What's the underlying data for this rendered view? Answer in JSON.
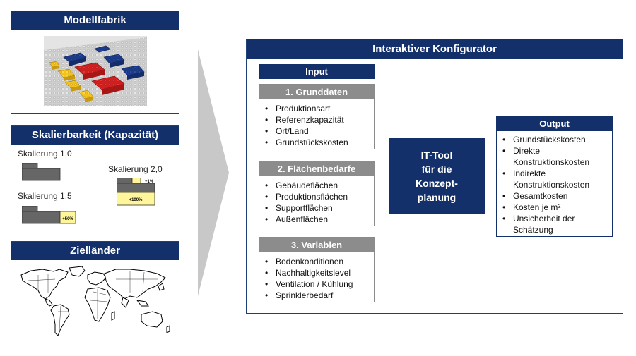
{
  "modellfabrik": {
    "title": "Modellfabrik"
  },
  "skalierbarkeit": {
    "title": "Skalierbarkeit (Kapazität)",
    "items": [
      {
        "label": "Skalierung 1,0"
      },
      {
        "label": "Skalierung 1,5",
        "badge": "+50%"
      },
      {
        "label": "Skalierung 2,0",
        "badge_top": "+1%",
        "badge": "+100%"
      }
    ]
  },
  "ziellaender": {
    "title": "Zielländer"
  },
  "konfigurator": {
    "title": "Interaktiver Konfigurator",
    "input_title": "Input",
    "output_title": "Output",
    "sections": [
      {
        "title": "1. Grunddaten",
        "items": [
          "Produktionsart",
          "Referenzkapazität",
          "Ort/Land",
          "Grundstückskosten"
        ]
      },
      {
        "title": "2. Flächenbedarfe",
        "items": [
          "Gebäudeflächen",
          "Produktionsflächen",
          "Supportflächen",
          "Außenflächen"
        ]
      },
      {
        "title": "3. Variablen",
        "items": [
          "Bodenkonditionen",
          "Nachhaltigkeitslevel",
          "Ventilation / Kühlung",
          "Sprinklerbedarf"
        ]
      }
    ],
    "tool_label": "IT-Tool\nfür die\nKonzept-\nplanung",
    "output_items": [
      "Grundstückskosten",
      "Direkte Konstruktionskosten",
      "Indirekte Konstruktionskosten",
      "Gesamtkosten",
      "Kosten je m²",
      "Unsicherheit der Schätzung"
    ]
  },
  "colors": {
    "navy": "#13306a",
    "gray": "#8c8c8c",
    "arrow": "#c8c8c8",
    "lego_red": "#d22020",
    "lego_blue": "#1c3b8a",
    "lego_yellow": "#f2c21d"
  }
}
